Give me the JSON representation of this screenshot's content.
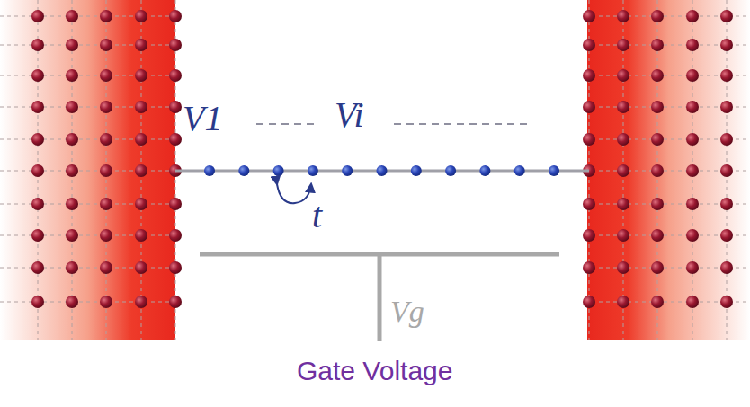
{
  "diagram": {
    "caption": "Gate Voltage",
    "labels": [
      "V1",
      "Vi",
      "t",
      "Vg"
    ]
  }
}
